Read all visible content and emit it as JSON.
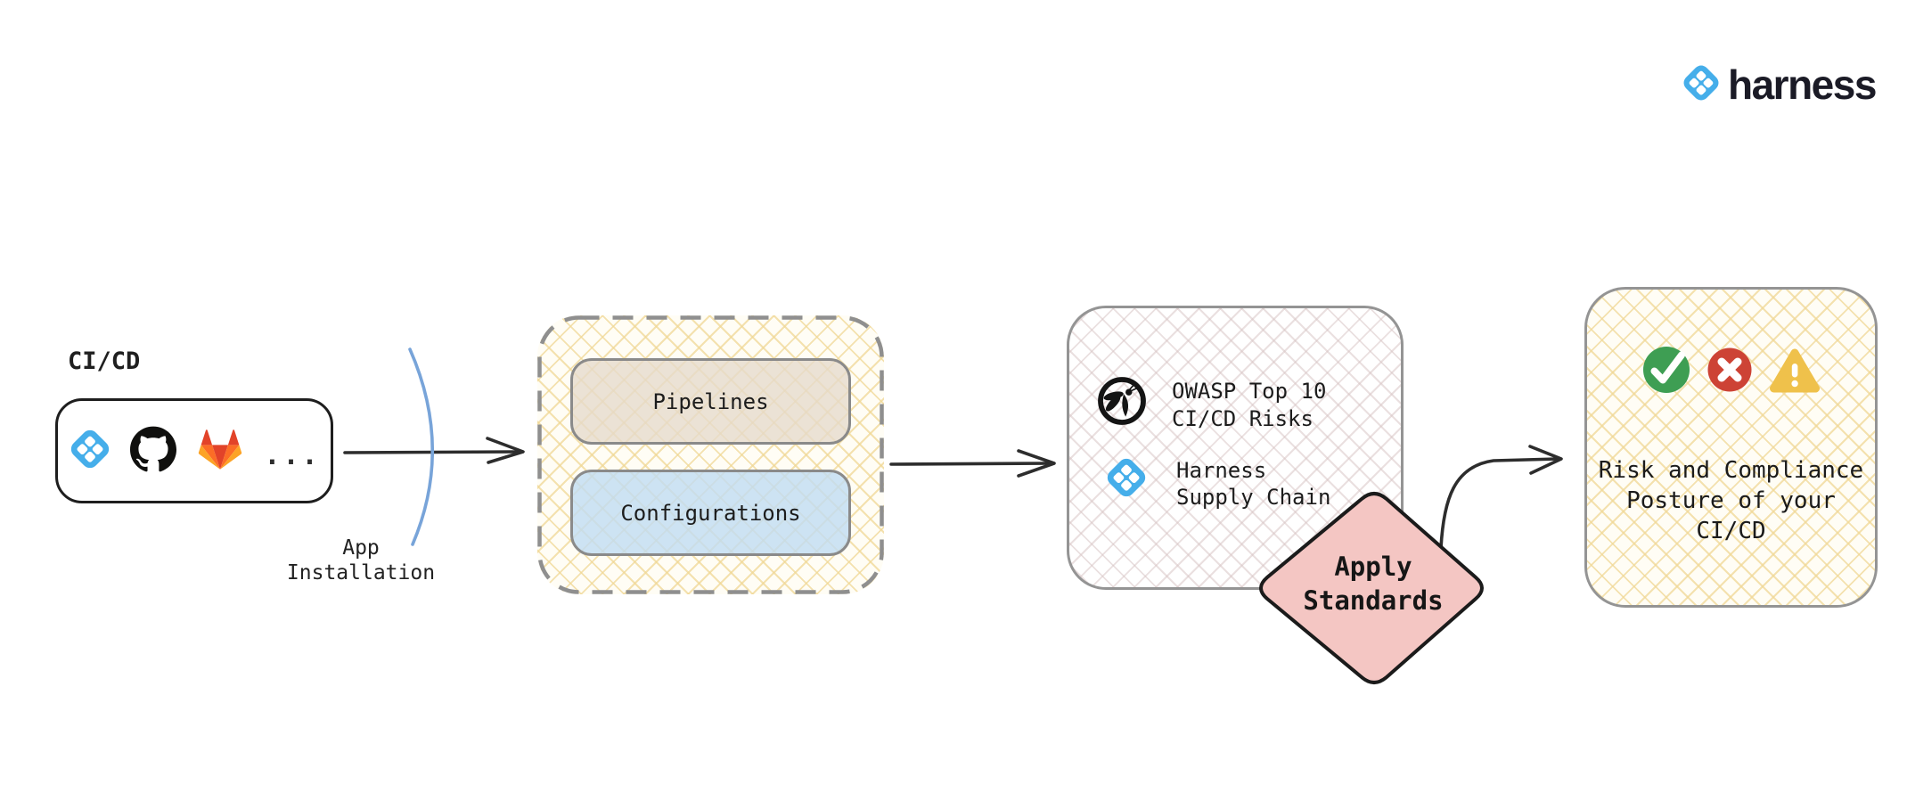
{
  "brand": {
    "name": "harness"
  },
  "source": {
    "label": "CI/CD",
    "providers": [
      {
        "icon": "harness-icon"
      },
      {
        "icon": "github-icon"
      },
      {
        "icon": "gitlab-icon"
      }
    ],
    "more_label": "..."
  },
  "app_installation": {
    "line1": "App",
    "line2": "Installation"
  },
  "workspace": {
    "pipelines_label": "Pipelines",
    "configurations_label": "Configurations"
  },
  "standards_box": {
    "items": [
      {
        "icon": "owasp-icon",
        "line1": "OWASP Top 10",
        "line2": "CI/CD Risks"
      },
      {
        "icon": "harness-icon",
        "line1": "Harness",
        "line2": "Supply Chain"
      }
    ]
  },
  "apply_standards": {
    "line1": "Apply",
    "line2": "Standards"
  },
  "result_box": {
    "status_icons": [
      "check-icon",
      "cross-icon",
      "warning-icon"
    ],
    "line1": "Risk and Compliance",
    "line2": "Posture of your",
    "line3": "CI/CD"
  },
  "colors": {
    "harness_blue": "#45AEEA",
    "wordmark_dark": "#1B1B26",
    "diamond_pink": "#F4C6C3",
    "pipelines_beige": "#E5DACC",
    "configurations_blue": "#C1DCF2",
    "lattice_yellow": "#F0D896",
    "lattice_pink": "#D6C2C2",
    "success_green": "#3E9E53",
    "error_red": "#CD4335",
    "warning_yellow": "#EFC14B",
    "arrow_black": "#2D2D2D",
    "arc_blue": "#78A4D9",
    "box_border_gray": "#949494",
    "source_border_black": "#1E1E1E"
  }
}
